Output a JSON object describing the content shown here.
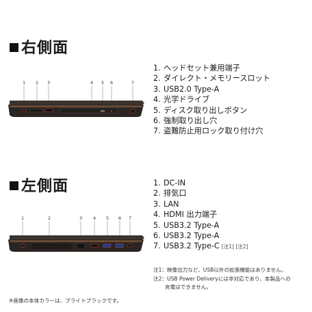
{
  "right_side": {
    "heading": "右側面",
    "items": [
      {
        "num": "1.",
        "label": "ヘッドセット兼用端子"
      },
      {
        "num": "2.",
        "label": "ダイレクト・メモリースロット"
      },
      {
        "num": "3.",
        "label": "USB2.0 Type-A"
      },
      {
        "num": "4.",
        "label": "光学ドライブ"
      },
      {
        "num": "5.",
        "label": "ディスク取り出しボタン"
      },
      {
        "num": "6.",
        "label": "強制取り出し穴"
      },
      {
        "num": "7.",
        "label": "盗難防止用ロック取り付け穴"
      }
    ],
    "callouts": [
      "1",
      "2",
      "3",
      "4",
      "5",
      "6",
      "7"
    ]
  },
  "left_side": {
    "heading": "左側面",
    "items": [
      {
        "num": "1.",
        "label": "DC-IN"
      },
      {
        "num": "2.",
        "label": "排気口"
      },
      {
        "num": "3.",
        "label": "LAN"
      },
      {
        "num": "4.",
        "label": "HDMI 出力端子"
      },
      {
        "num": "5.",
        "label": "USB3.2 Type-A"
      },
      {
        "num": "6.",
        "label": "USB3.2 Type-A"
      },
      {
        "num": "7.",
        "label": "USB3.2 Type-C",
        "note_refs": "[注1] [注2]"
      }
    ],
    "callouts": [
      "1",
      "2",
      "3",
      "4",
      "5",
      "6",
      "7"
    ]
  },
  "notes": {
    "note1": "注1：映像出力など、USB以外の拡張機能はありません。",
    "note2_line1": "注2：USB Power Deliveryには非対応であり、本製品への",
    "note2_line2": "充電はできません。"
  },
  "footer": "※画像の本体カラーは、ブライトブラックです。",
  "colors": {
    "body_dark": "#2a2522",
    "body_brown": "#6a4a35",
    "callout_red": "#d0453a"
  }
}
